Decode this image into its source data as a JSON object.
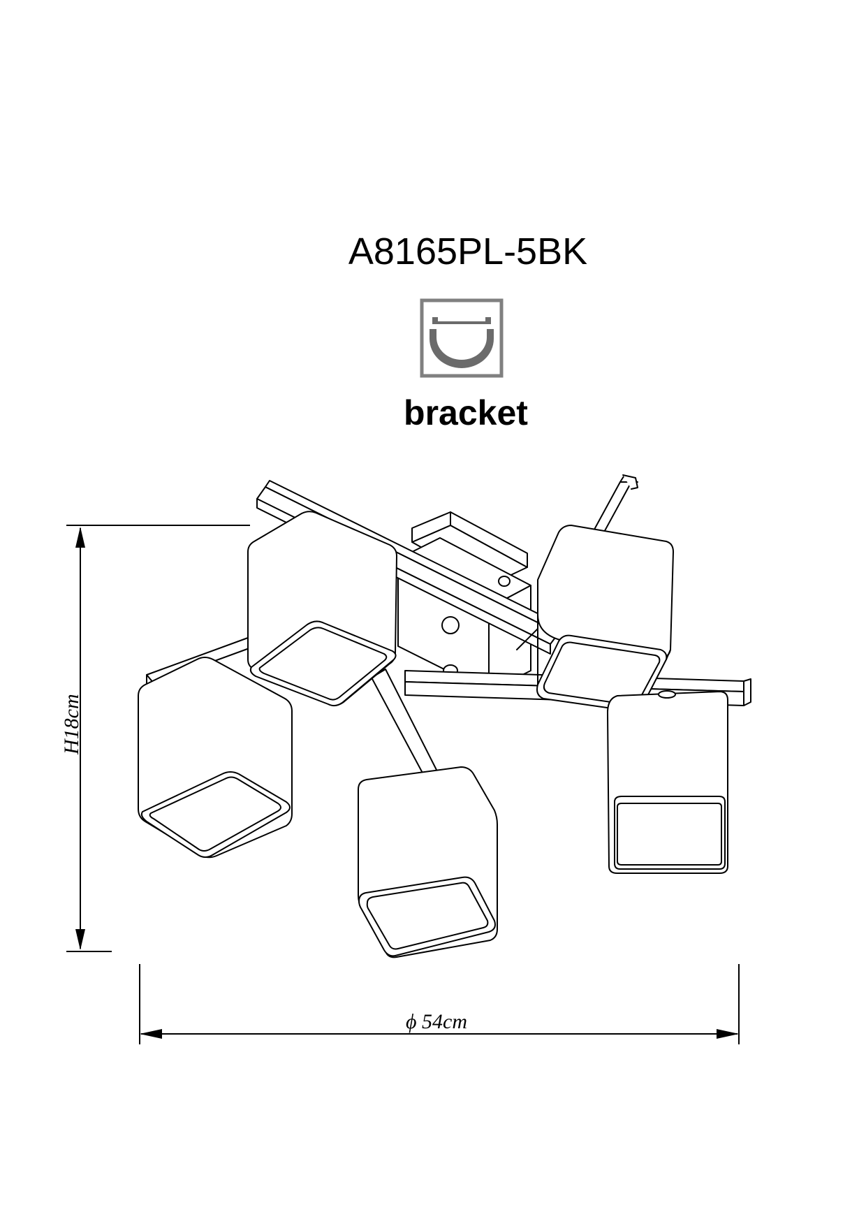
{
  "header": {
    "model": "A8165PL-5BK"
  },
  "mounting": {
    "icon": "bracket-mount-icon",
    "label": "bracket"
  },
  "dimensions": {
    "height_label": "H18cm",
    "diameter_symbol": "ϕ",
    "diameter_label": "54cm"
  },
  "colors": {
    "line": "#000000",
    "icon_frame": "#808080",
    "icon_fill": "#666666"
  }
}
